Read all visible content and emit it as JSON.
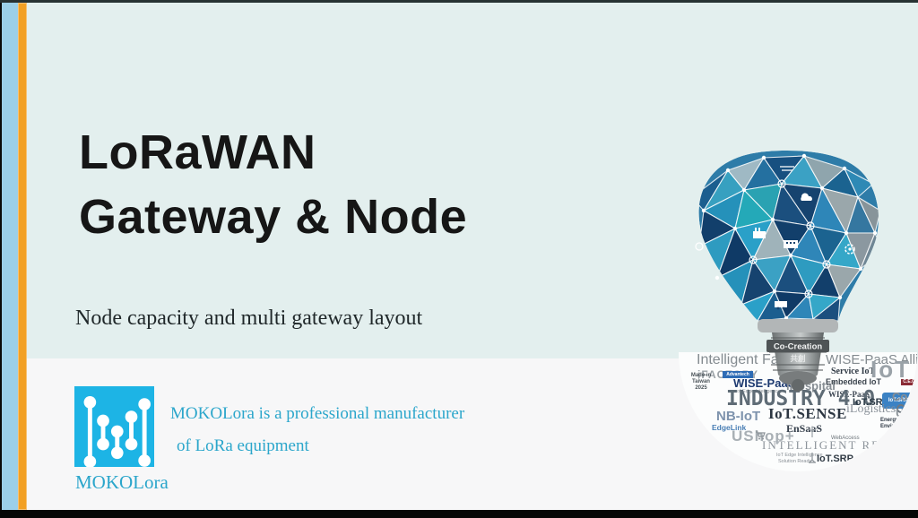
{
  "slide": {
    "title_line1": "LoRaWAN",
    "title_line2": "Gateway & Node",
    "subtitle": "Node capacity and multi gateway layout",
    "footer": {
      "logo_text": "MOKOLora",
      "tagline_line1": "MOKOLora is a professional manufacturer",
      "tagline_line2": "of LoRa equipment"
    }
  },
  "colors": {
    "stripe_blue": "#9bcfe9",
    "stripe_orange": "#f2a024",
    "panel_mint": "#e3efee",
    "panel_bottom": "#f7f7f8",
    "logo_cyan": "#1db4e5",
    "brand_text_cyan": "#2ba6cb",
    "title_color": "#161616"
  },
  "art": {
    "base_label": "Co-Creation",
    "base_label_cjk": "共創",
    "words": [
      {
        "text": "Intelligent Factory"
      },
      {
        "text": "WISE-PaaS Alliance"
      },
      {
        "text": "iFACTORY"
      },
      {
        "text": "Advantech"
      },
      {
        "text": "WISE-PaaS"
      },
      {
        "text": "of Edge Intelligence"
      },
      {
        "text": "Made in Taiwan 2025"
      },
      {
        "text": "iHospital"
      },
      {
        "text": "Service IoT"
      },
      {
        "text": "Embedded IoT"
      },
      {
        "text": "IoT"
      },
      {
        "text": "WISE-PaaS"
      },
      {
        "text": "INDUSTRY 4.0"
      },
      {
        "text": "IoT.SRP"
      },
      {
        "text": "IoT.SRP"
      },
      {
        "text": "Co-Creation"
      },
      {
        "text": "En'"
      },
      {
        "text": "NB-IoT"
      },
      {
        "text": "IoT.SENSE"
      },
      {
        "text": "iLogistics"
      },
      {
        "text": "UShop+"
      },
      {
        "text": "EdgeLink"
      },
      {
        "text": "UShop+"
      },
      {
        "text": "EnSaaS"
      },
      {
        "text": "Energy & Environment"
      },
      {
        "text": "WebAccess"
      },
      {
        "text": "INTELLIGENT RETAIL"
      },
      {
        "text": "IoT Edge Intelligence"
      },
      {
        "text": "Solution Ready"
      },
      {
        "text": "IoT.SRP"
      },
      {
        "text": "C.E.C"
      }
    ]
  }
}
